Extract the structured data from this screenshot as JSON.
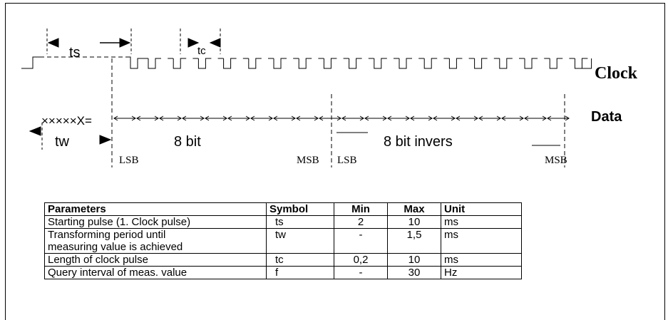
{
  "timing": {
    "ts": "ts",
    "tc": "tc",
    "tw": "tw",
    "clock": "Clock",
    "data": "Data",
    "bits_8": "8 bit",
    "bits_8_inv": "8 bit invers",
    "lsb": "LSB",
    "msb": "MSB",
    "x_prefix": "×××××X="
  },
  "table": {
    "headers": [
      "Parameters",
      "Symbol",
      "Min",
      "Max",
      "Unit"
    ],
    "rows": [
      {
        "param": "Starting pulse  (1. Clock pulse)",
        "symbol": "ts",
        "min": "2",
        "max": "10",
        "unit": "ms"
      },
      {
        "param": "Transforming period until",
        "param2": "measuring value is achieved",
        "symbol": "tw",
        "min": "-",
        "max": "1,5",
        "unit": "ms"
      },
      {
        "param": "Length of clock pulse",
        "symbol": "tc",
        "min": "0,2",
        "max": "10",
        "unit": "ms"
      },
      {
        "param": "Query interval of meas. value",
        "symbol": "f",
        "min": "-",
        "max": "30",
        "unit": "Hz"
      }
    ]
  }
}
